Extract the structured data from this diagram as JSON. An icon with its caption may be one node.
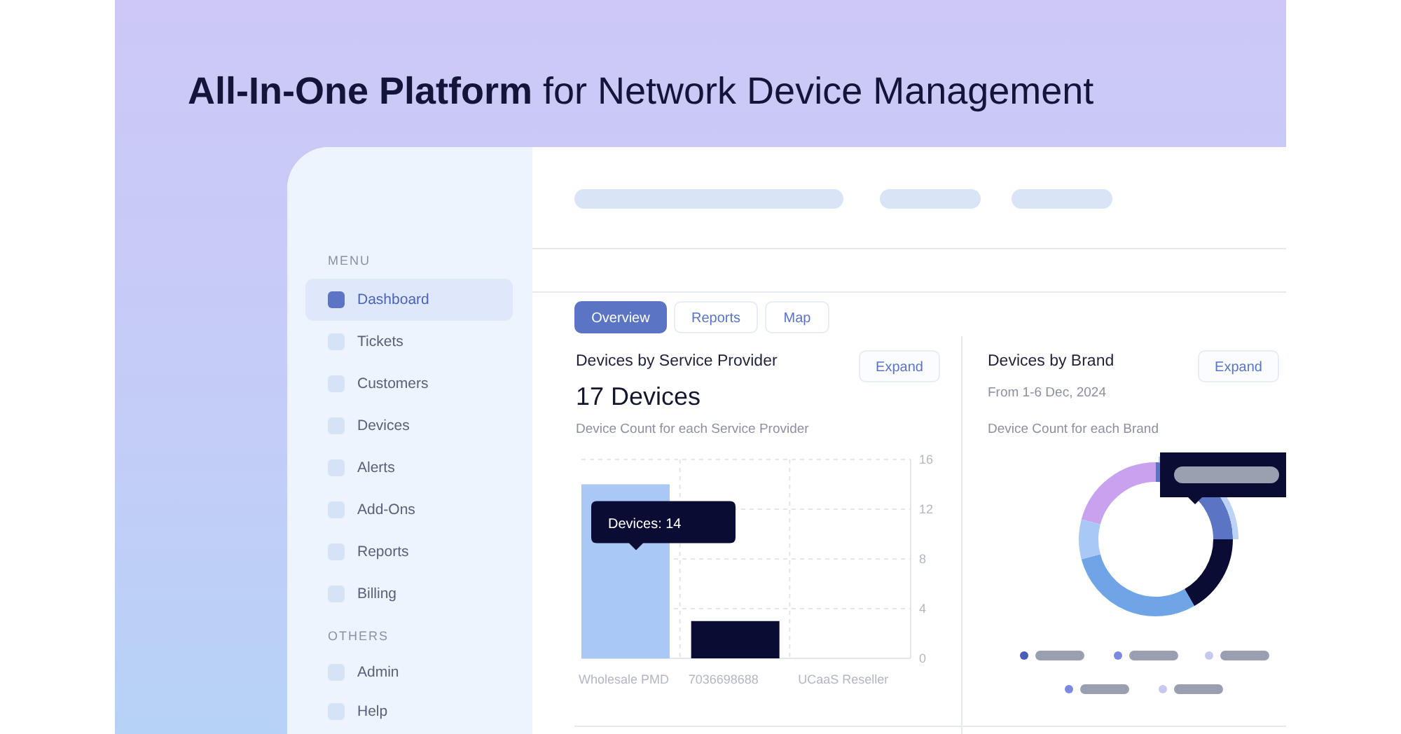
{
  "diagram": {
    "title": "**All-In-One Platform** for Network Device Management",
    "labels": [
      "MENU",
      "Dashboard",
      "Tickets",
      "Customers",
      "Devices",
      "Alerts",
      "Add-Ons",
      "Reports",
      "Billing",
      "OTHERS",
      "Admin",
      "Help",
      "Overview",
      "Reports",
      "Map",
      "Devices by Service Provider",
      "Expand",
      "17 Devices",
      "Device Count for each Service Provider",
      "Devices by Brand",
      "Expand",
      "From 1-6 Dec, 2024",
      "Device Count for each Brand"
    ],
    "chart_data": {
      "type": "bar",
      "categories": [
        "Wholesale PMD",
        "7036698688",
        "UCaaS Reseller"
      ],
      "series": [
        {
          "values": [
            14,
            3,
            0
          ]
        }
      ],
      "ylim": [
        0,
        16
      ],
      "grid": true,
      "yticks": [
        0,
        4,
        8,
        12,
        16
      ],
      "annotations": [
        "Devices: 14"
      ]
    }
  }
}
